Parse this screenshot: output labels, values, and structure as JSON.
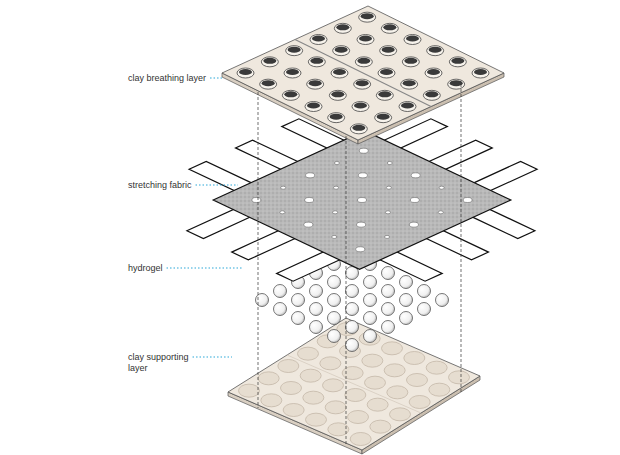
{
  "diagram": {
    "labels": [
      "clay breathing layer",
      "stretching fabric",
      "hydrogel",
      "clay supporting layer"
    ]
  }
}
